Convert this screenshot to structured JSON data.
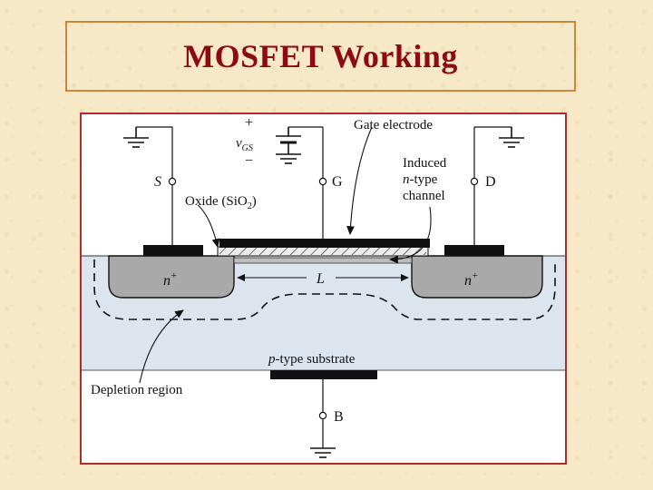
{
  "slide": {
    "title": "MOSFET Working"
  },
  "labels": {
    "plus": "+",
    "minus": "−",
    "vgs_main": "v",
    "vgs_sub": "GS",
    "gate_electrode": "Gate electrode",
    "induced_line1": "Induced",
    "induced_line2_italic": "n",
    "induced_line2_rest": "-type",
    "induced_line3": "channel",
    "source": "S",
    "gate": "G",
    "drain": "D",
    "oxide_main": "Oxide (SiO",
    "oxide_sub": "2",
    "oxide_end": ")",
    "n_plus_left_main": "n",
    "n_plus_left_sup": "+",
    "n_plus_right_main": "n",
    "n_plus_right_sup": "+",
    "length": "L",
    "substrate_italic": "p",
    "substrate_rest": "-type substrate",
    "depletion_region": "Depletion region",
    "body": "B"
  },
  "colors": {
    "title": "#8b0a14",
    "title_border": "#c8883a",
    "frame_border": "#b22a2a",
    "substrate": "#dce4ee",
    "n_plus_region": "#a9a9a9",
    "oxide": "#ececec",
    "metal": "#111111"
  }
}
